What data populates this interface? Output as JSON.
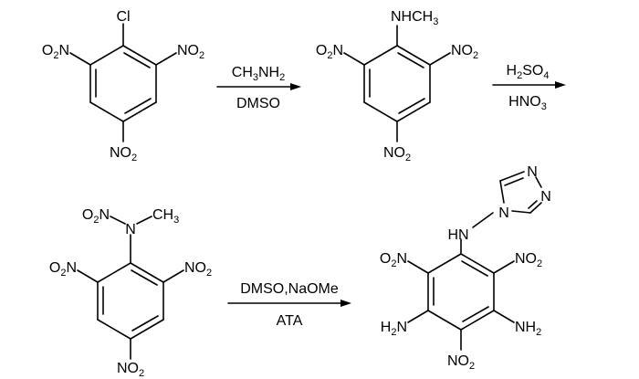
{
  "diagram": {
    "type": "reaction-scheme",
    "compounds": [
      {
        "id": "c1",
        "top": {
          "main": "Cl"
        },
        "left": {
          "main": "O",
          "sub": "2",
          "tail": "N"
        },
        "right": {
          "main": "NO",
          "sub": "2"
        },
        "bottom": {
          "main": "NO",
          "sub": "2"
        }
      },
      {
        "id": "c2",
        "top": {
          "main": "NHCH",
          "sub": "3"
        },
        "left": {
          "main": "O",
          "sub": "2",
          "tail": "N"
        },
        "right": {
          "main": "NO",
          "sub": "2"
        },
        "bottom": {
          "main": "NO",
          "sub": "2"
        }
      },
      {
        "id": "c3",
        "top_n": {
          "main": "N"
        },
        "top_left": {
          "main": "O",
          "sub": "2",
          "tail": "N"
        },
        "top_right": {
          "main": "CH",
          "sub": "3"
        },
        "left": {
          "main": "O",
          "sub": "2",
          "tail": "N"
        },
        "right": {
          "main": "NO",
          "sub": "2"
        },
        "bottom": {
          "main": "NO",
          "sub": "2"
        }
      },
      {
        "id": "c4",
        "nh": {
          "main": "HN"
        },
        "ring_n1": {
          "main": "N"
        },
        "ring_n2": {
          "main": "N"
        },
        "ring_n4": {
          "main": "N"
        },
        "upper_left": {
          "main": "O",
          "sub": "2",
          "tail": "N"
        },
        "upper_right": {
          "main": "NO",
          "sub": "2"
        },
        "lower_left": {
          "main": "H",
          "sub": "2",
          "tail": "N"
        },
        "lower_right": {
          "main": "NH",
          "sub": "2"
        },
        "bottom": {
          "main": "NO",
          "sub": "2"
        }
      }
    ],
    "arrows": [
      {
        "id": "step1",
        "above": {
          "main": "CH",
          "sub": "3",
          "tail": "NH",
          "sub2": "2"
        },
        "below": {
          "main": "DMSO"
        }
      },
      {
        "id": "step2",
        "above": {
          "main": "H",
          "sub": "2",
          "tail": "SO",
          "sub2": "4"
        },
        "below": {
          "main": "HNO",
          "sub": "3"
        }
      },
      {
        "id": "step3",
        "above": {
          "main": "DMSO,NaOMe"
        },
        "below": {
          "main": "ATA"
        }
      }
    ]
  }
}
